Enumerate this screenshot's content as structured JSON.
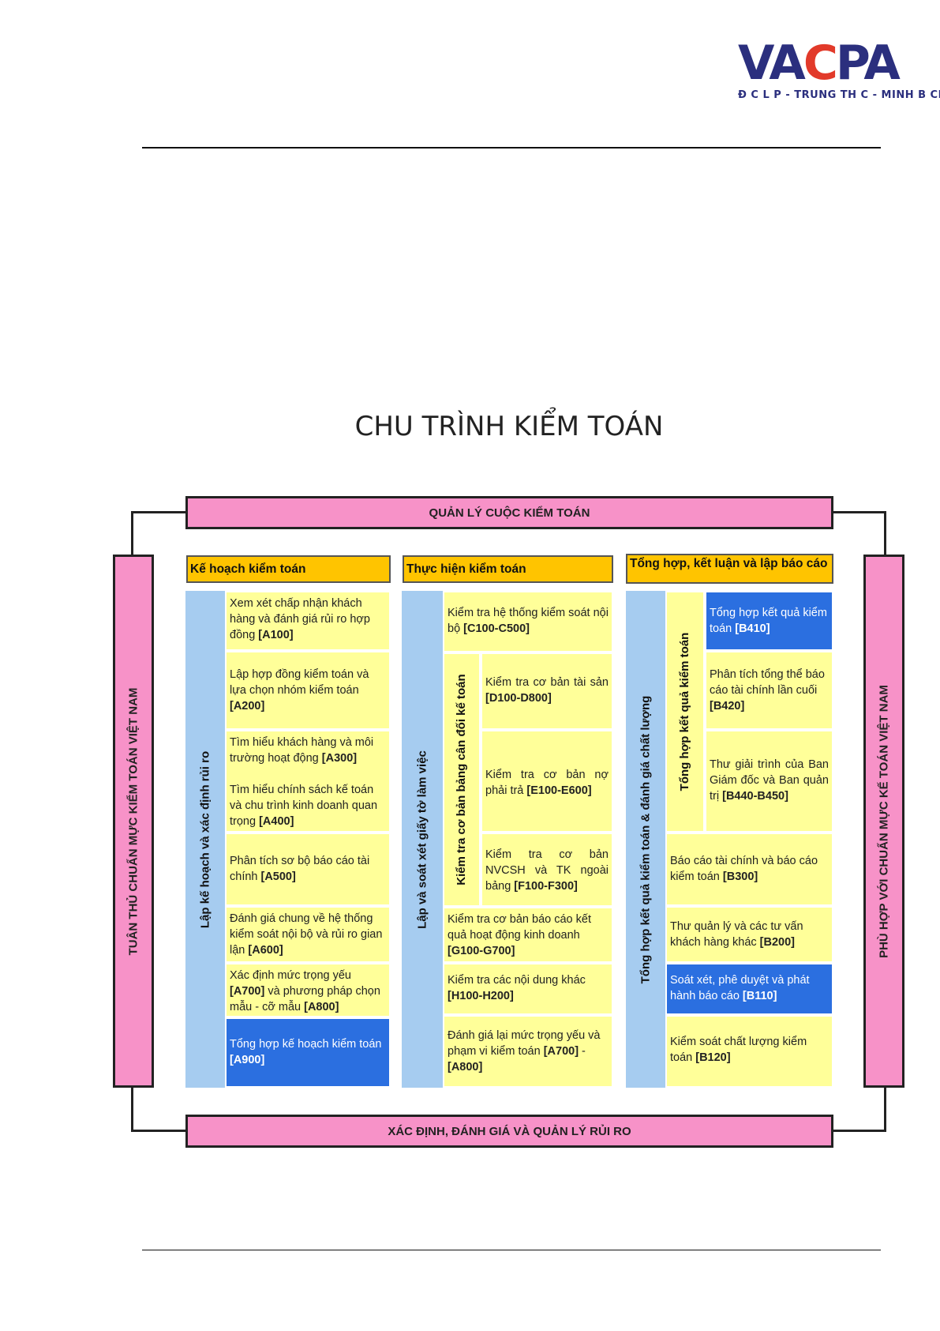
{
  "logo": {
    "text_left": "VA",
    "text_mid": "C",
    "text_right": "PA",
    "subtitle": "Đ C L P - TRUNG TH C - MINH B CH"
  },
  "title": "CHU TRÌNH KIỂM TOÁN",
  "bars": {
    "top": "QUẢN LÝ CUỘC KIỂM TOÁN",
    "bottom": "XÁC ĐỊNH, ĐÁNH GIÁ VÀ QUẢN LÝ RỦI RO",
    "left": "TUÂN THỦ CHUẨN MỰC KIỂM TOÁN VIỆT NAM",
    "right": "PHÙ HỢP VỚI CHUẨN MỰC KẾ TOÁN VIỆT NAM"
  },
  "columns": {
    "planning": {
      "header": "Kế hoạch kiểm toán",
      "strip": "Lập kế hoạch và xác định rủi ro",
      "items": [
        {
          "text": "Xem xét chấp nhận khách hàng và đánh giá rủi ro hợp đồng ",
          "code": "[A100]"
        },
        {
          "text": "Lập hợp đồng kiểm toán và lựa chọn nhóm kiểm toán ",
          "code": "[A200]"
        },
        {
          "text": "Tìm hiểu khách hàng và môi trường hoạt động ",
          "code": "[A300]",
          "text2": "Tìm hiểu chính sách kế toán và chu trình kinh doanh quan trọng ",
          "code2": "[A400]"
        },
        {
          "text": "Phân tích sơ bộ báo cáo tài chính ",
          "code": "[A500]"
        },
        {
          "text": "Đánh giá chung về hệ thống kiểm soát nội bộ và rủi ro gian lận ",
          "code": "[A600]"
        },
        {
          "text": "Xác định mức trọng yếu ",
          "code": "[A700]",
          "text2": " và phương pháp chọn mẫu - cỡ mẫu ",
          "code2": "[A800]"
        },
        {
          "text": "Tổng hợp kế hoạch kiểm toán ",
          "code": "[A900]"
        }
      ]
    },
    "execution": {
      "header": "Thực hiện kiểm toán",
      "strip": "Lập và soát xét giấy tờ làm việc",
      "substrip": "Kiểm tra cơ bản bảng cân đối kế toán",
      "items": [
        {
          "text": "Kiểm tra hệ thống kiểm soát nội bộ ",
          "code": "[C100-C500]"
        },
        {
          "text": "Kiểm tra cơ bản tài sản ",
          "code": "[D100-D800]"
        },
        {
          "text": "Kiểm tra cơ bản nợ phải trả ",
          "code": "[E100-E600]"
        },
        {
          "text": "Kiểm tra cơ bản NVCSH và TK ngoài bảng ",
          "code": "[F100-F300]"
        },
        {
          "text": "Kiểm tra cơ bản báo cáo kết quả hoạt động kinh doanh ",
          "code": "[G100-G700]"
        },
        {
          "text": "Kiểm tra các nội dung khác ",
          "code": "[H100-H200]"
        },
        {
          "text": "Đánh giá lại mức trọng yếu và phạm vi kiểm toán ",
          "code": "[A700]",
          "text2": " - ",
          "code2": "[A800]"
        }
      ]
    },
    "reporting": {
      "header": "Tổng hợp, kết luận và lập báo cáo",
      "strip": "Tổng hợp kết quả kiểm toán & đánh giá chất lượng",
      "substrip": "Tổng hợp kết quả kiểm toán",
      "items": [
        {
          "text": "Tổng hợp kết quả kiểm toán ",
          "code": "[B410]"
        },
        {
          "text": "Phân tích tổng thể báo cáo tài chính lần cuối ",
          "code": "[B420]"
        },
        {
          "text": "Thư giải trình của Ban Giám đốc và Ban quản trị ",
          "code": "[B440-B450]"
        },
        {
          "text": "Báo cáo tài chính và báo cáo kiểm toán ",
          "code": "[B300]"
        },
        {
          "text": "Thư quản lý và các tư vấn khách hàng khác ",
          "code": "[B200]"
        },
        {
          "text": "Soát xét, phê duyệt và phát hành báo cáo ",
          "code": "[B110]"
        },
        {
          "text": "Kiểm soát chất lượng kiểm toán  ",
          "code": "[B120]"
        }
      ]
    }
  }
}
